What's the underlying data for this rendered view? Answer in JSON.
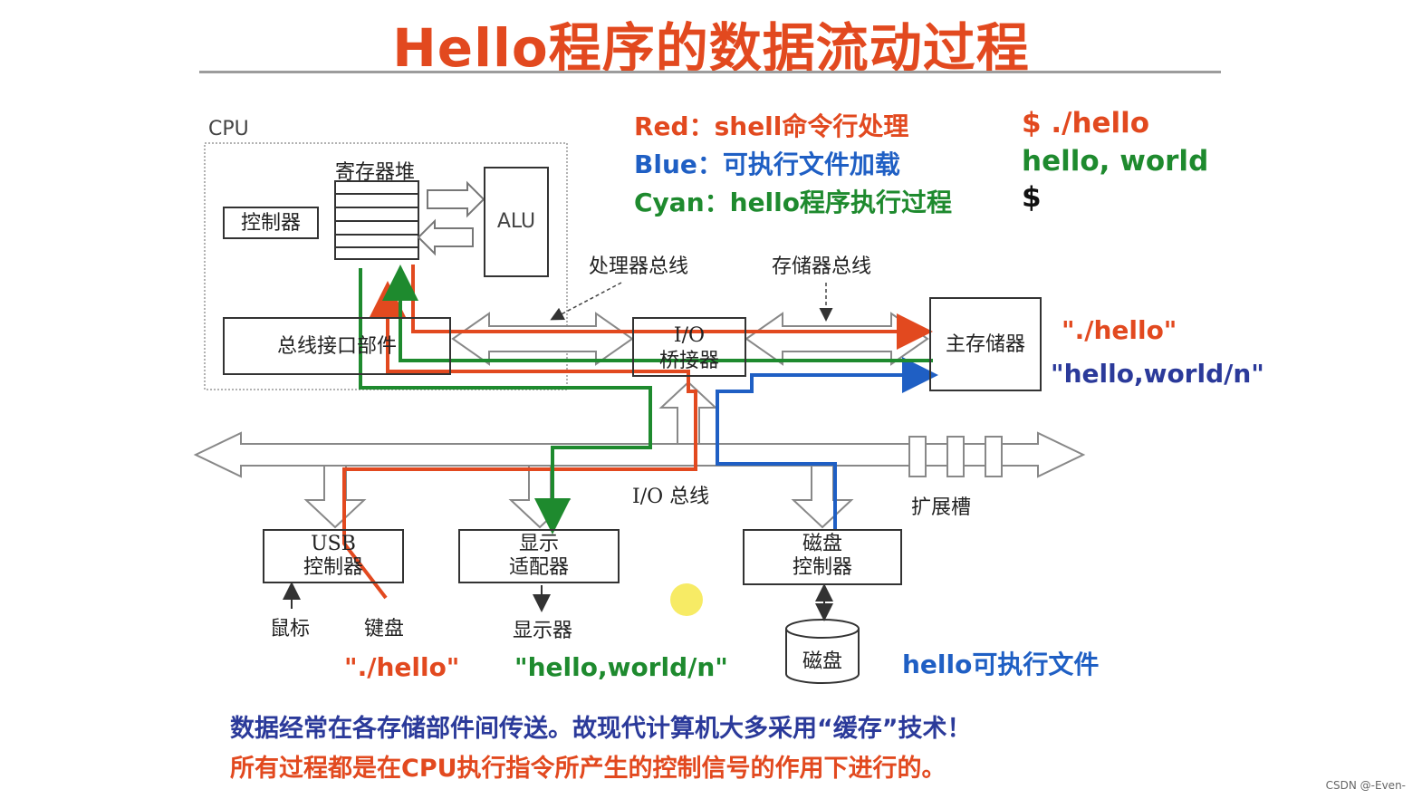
{
  "title": "Hello程序的数据流动过程",
  "legend": {
    "red": "Red：shell命令行处理",
    "blue": "Blue：可执行文件加载",
    "cyan": "Cyan：hello程序执行过程"
  },
  "terminal": [
    "$ ./hello",
    "hello, world",
    "$"
  ],
  "labels": {
    "cpu": "CPU",
    "register_file": "寄存器堆",
    "controller": "控制器",
    "alu": "ALU",
    "bus_interface": "总线接口部件",
    "processor_bus": "处理器总线",
    "memory_bus": "存储器总线",
    "io_bridge_line1": "I/O",
    "io_bridge_line2": "桥接器",
    "main_memory": "主存储器",
    "io_bus": "I/O 总线",
    "expansion_slot": "扩展槽",
    "usb_line1": "USB",
    "usb_line2": "控制器",
    "display_line1": "显示",
    "display_line2": "适配器",
    "diskctl_line1": "磁盘",
    "diskctl_line2": "控制器",
    "mouse": "鼠标",
    "keyboard": "键盘",
    "monitor": "显示器",
    "disk": "磁盘"
  },
  "annotations": {
    "memory_hello": "\"./hello\"",
    "memory_output": "\"hello,world/n\"",
    "keyboard_input": "\"./hello\"",
    "display_output": "\"hello,world/n\"",
    "disk_file": "hello可执行文件"
  },
  "notes": {
    "line1": "数据经常在各存储部件间传送。故现代计算机大多采用“缓存”技术！",
    "line2": "所有过程都是在CPU执行指令所产生的控制信号的作用下进行的。"
  },
  "watermark": "CSDN @-Even-",
  "colors": {
    "title": "#e2491f",
    "red": "#e2491f",
    "blue": "#1f5fc4",
    "cyan": "#1e8a2e",
    "navy": "#2b3a9a"
  }
}
